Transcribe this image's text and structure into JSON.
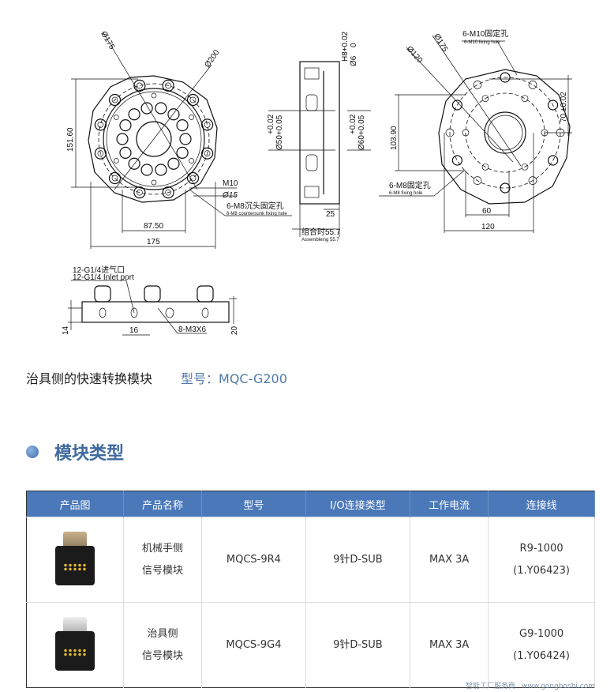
{
  "drawing": {
    "front": {
      "d175": "Ø175",
      "d200": "Ø200",
      "h151": "151.60",
      "w87": "87.50",
      "w175": "175",
      "m10": "M10",
      "d15": "Ø15",
      "hole_cn": "6-M8沉头固定孔",
      "hole_en": "6-M8 countersunk fixing hole"
    },
    "side": {
      "h8": "H8+0.02",
      "h8b": "0",
      "d6": "Ø6",
      "d50a": "+0.02",
      "d50": "Ø50+0.05",
      "d60a": "+0.02",
      "d60": "Ø60+0.05",
      "w25": "25",
      "assy_cn": "组合时55.7",
      "assy_en": "Assembleing 55.7"
    },
    "back": {
      "m10_cn": "6-M10固定孔",
      "m10_en": "6-M10 fixing hole",
      "d175": "Ø175",
      "d120": "Ø120",
      "h103": "103.90",
      "v70": "70 ±0.02",
      "m8_cn": "6-M8固定孔",
      "m8_en": "6-M8 fixing hole",
      "w60": "60",
      "w120": "120"
    },
    "bottom": {
      "port_cn": "12-G1/4进气口",
      "port_en": "12-G1/4 Inlet port",
      "h14": "14",
      "w16": "16",
      "m3": "8-M3X6",
      "h20": "20"
    }
  },
  "caption": {
    "title": "治具侧的快速转换模块",
    "model": "型号：MQC-G200"
  },
  "section": {
    "title": "模块类型"
  },
  "table": {
    "headers": [
      "产品图",
      "产品名称",
      "型号",
      "I/O连接类型",
      "工作电流",
      "连接线"
    ],
    "rows": [
      {
        "name1": "机械手侧",
        "name2": "信号模块",
        "model": "MQCS-9R4",
        "io": "9针D-SUB",
        "current": "MAX 3A",
        "cable1": "R9-1000",
        "cable2": "(1.Y06423)"
      },
      {
        "name1": "治具侧",
        "name2": "信号模块",
        "model": "MQCS-9G4",
        "io": "9针D-SUB",
        "current": "MAX 3A",
        "cable1": "G9-1000",
        "cable2": "(1.Y06424)"
      }
    ]
  },
  "watermark": {
    "line1": "智能工厂服务商",
    "line2": "www.gongboshi.com"
  }
}
